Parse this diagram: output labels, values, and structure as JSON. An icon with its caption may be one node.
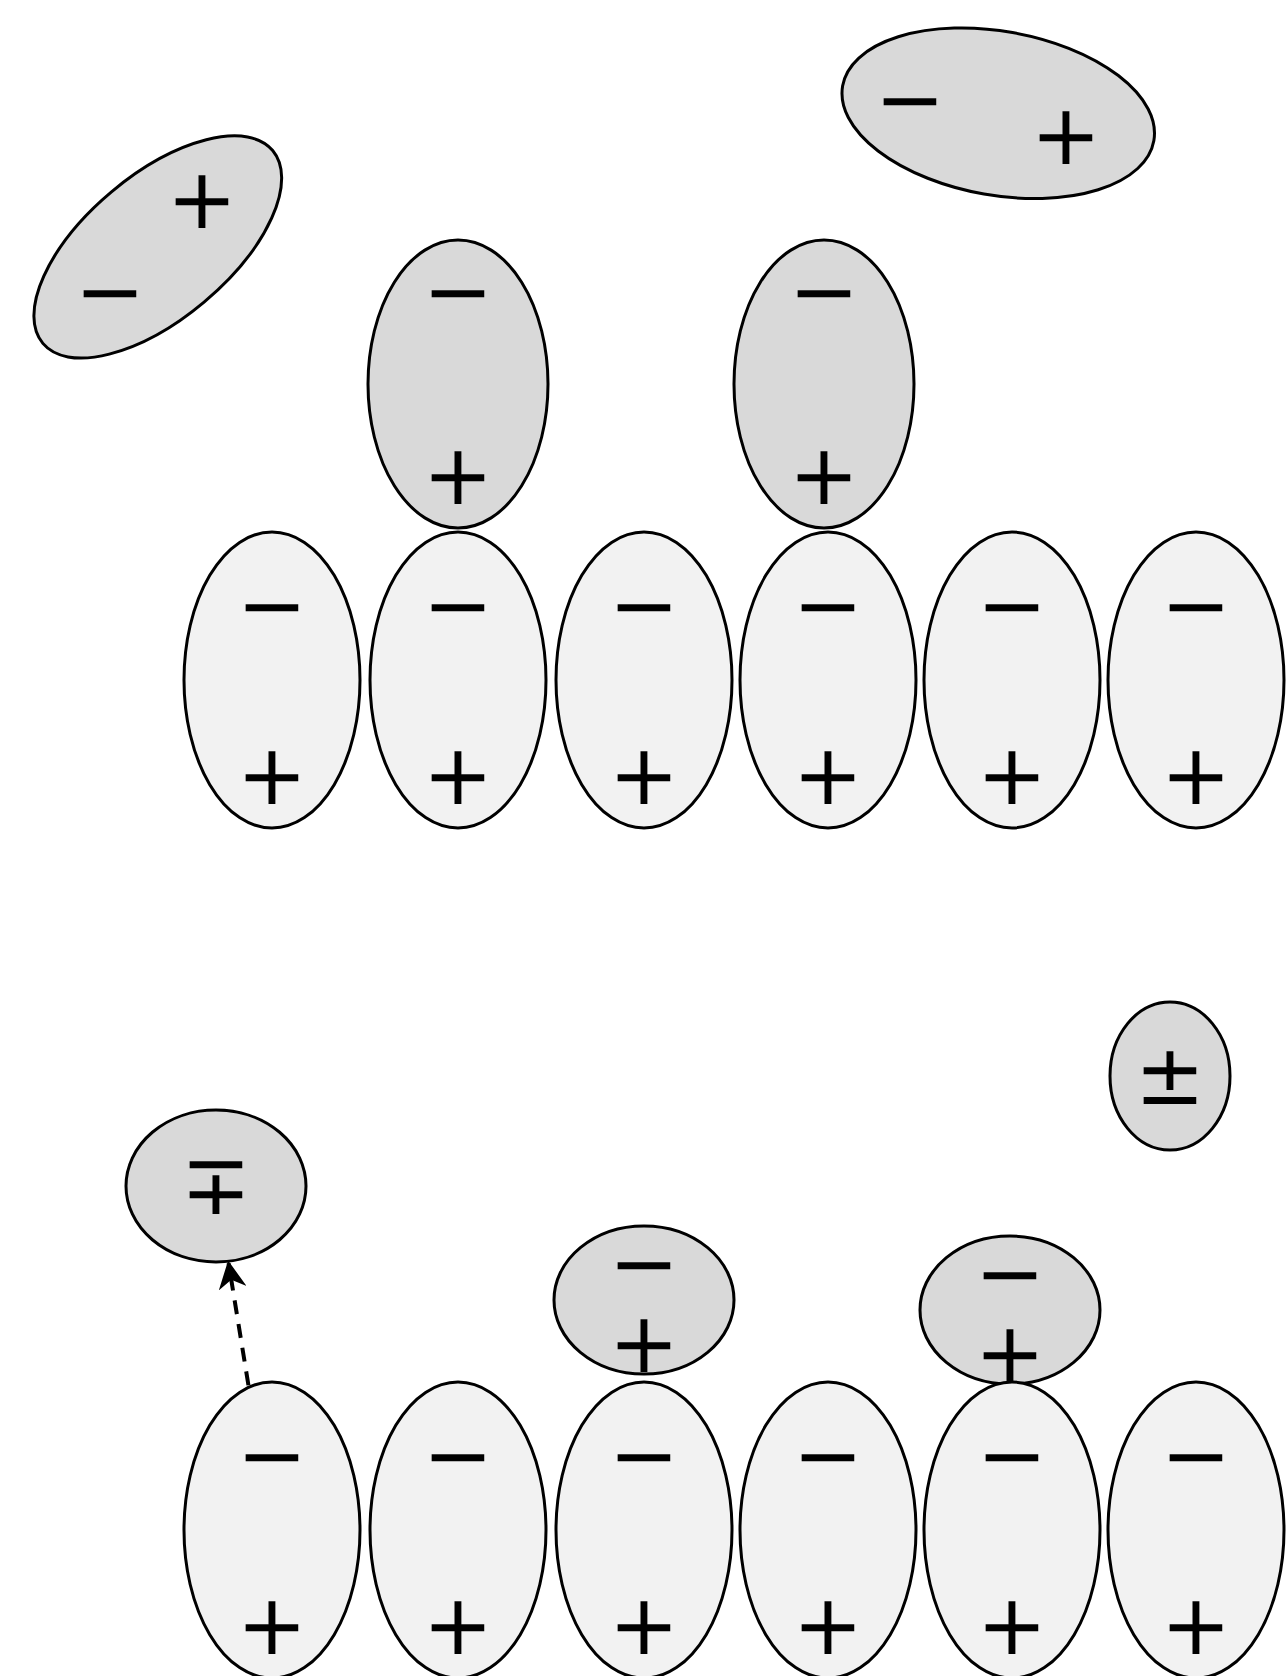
{
  "diagram": {
    "nodes": [
      {
        "text": [
          "+",
          "−"
        ]
      },
      {
        "text": [
          "−",
          "+"
        ]
      },
      {
        "text": [
          "−",
          "+"
        ]
      },
      {
        "text": [
          "−",
          "+"
        ]
      },
      {
        "text": [
          "−",
          "+"
        ]
      },
      {
        "text": [
          "−",
          "+"
        ]
      },
      {
        "text": [
          "−",
          "+"
        ]
      },
      {
        "text": [
          "−",
          "+"
        ]
      },
      {
        "text": [
          "−",
          "+"
        ]
      },
      {
        "text": [
          "−",
          "+"
        ]
      },
      {
        "text": [
          "±"
        ]
      },
      {
        "text": [
          "∓"
        ]
      },
      {
        "text": [
          "−",
          "+"
        ]
      },
      {
        "text": [
          "−",
          "+"
        ]
      },
      {
        "text": [
          "−",
          "+"
        ]
      },
      {
        "text": [
          "−",
          "+"
        ]
      },
      {
        "text": [
          "−",
          "+"
        ]
      },
      {
        "text": [
          "−",
          "+"
        ]
      },
      {
        "text": [
          "−",
          "+"
        ]
      },
      {
        "text": [
          "−",
          "+"
        ]
      }
    ],
    "edges": [
      {
        "from": 14,
        "to": 11,
        "arrow": "to",
        "style": "dashed"
      }
    ]
  }
}
